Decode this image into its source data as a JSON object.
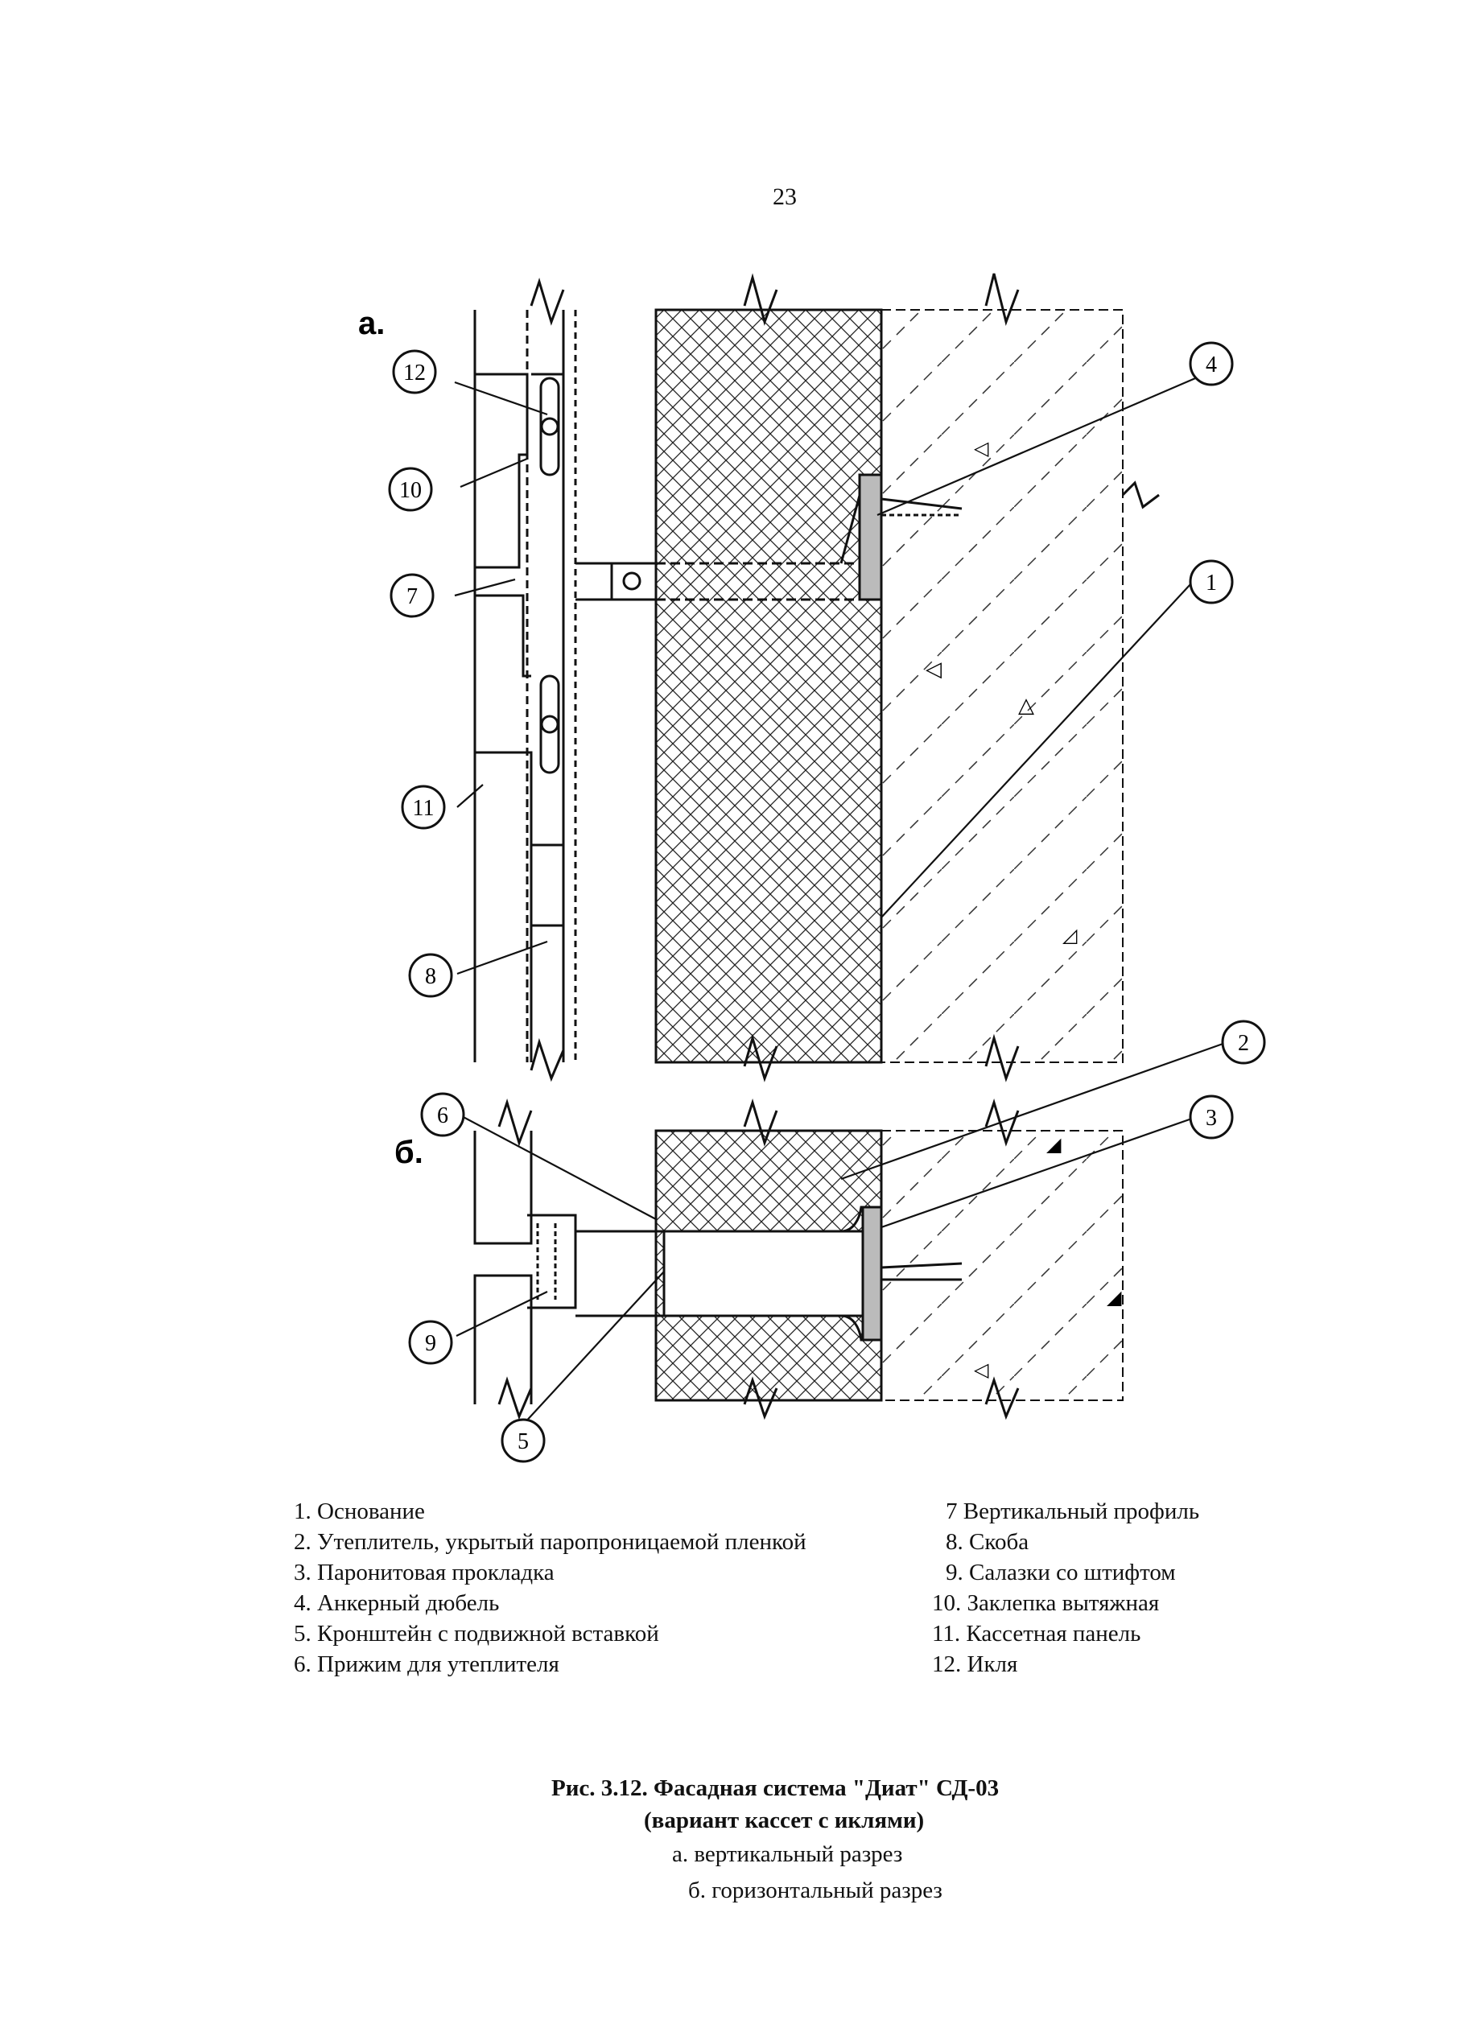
{
  "page_number": "23",
  "views": {
    "a": "а.",
    "b": "б."
  },
  "callouts": [
    "1",
    "2",
    "3",
    "4",
    "5",
    "6",
    "7",
    "8",
    "9",
    "10",
    "11",
    "12"
  ],
  "legend": {
    "left": [
      "1. Основание",
      "2. Утеплитель, укрытый паропроницаемой пленкой",
      "3. Паронитовая прокладка",
      "4. Анкерный дюбель",
      "5. Кронштейн с подвижной вставкой",
      "6. Прижим для утеплителя"
    ],
    "right": [
      "7 Вертикальный профиль",
      "8. Скоба",
      "9. Салазки со штифтом",
      "10. Заклепка вытяжная",
      "11. Кассетная панель",
      "12. Икля"
    ]
  },
  "caption": {
    "line1": "Рис. 3.12.  Фасадная система \"Диат\" СД-03",
    "line2": "(вариант  кассет с иклями)",
    "line3": "а.  вертикальный разрез",
    "line4": "б.  горизонтальный разрез"
  },
  "colors": {
    "ink": "#111111",
    "paper": "#ffffff"
  }
}
